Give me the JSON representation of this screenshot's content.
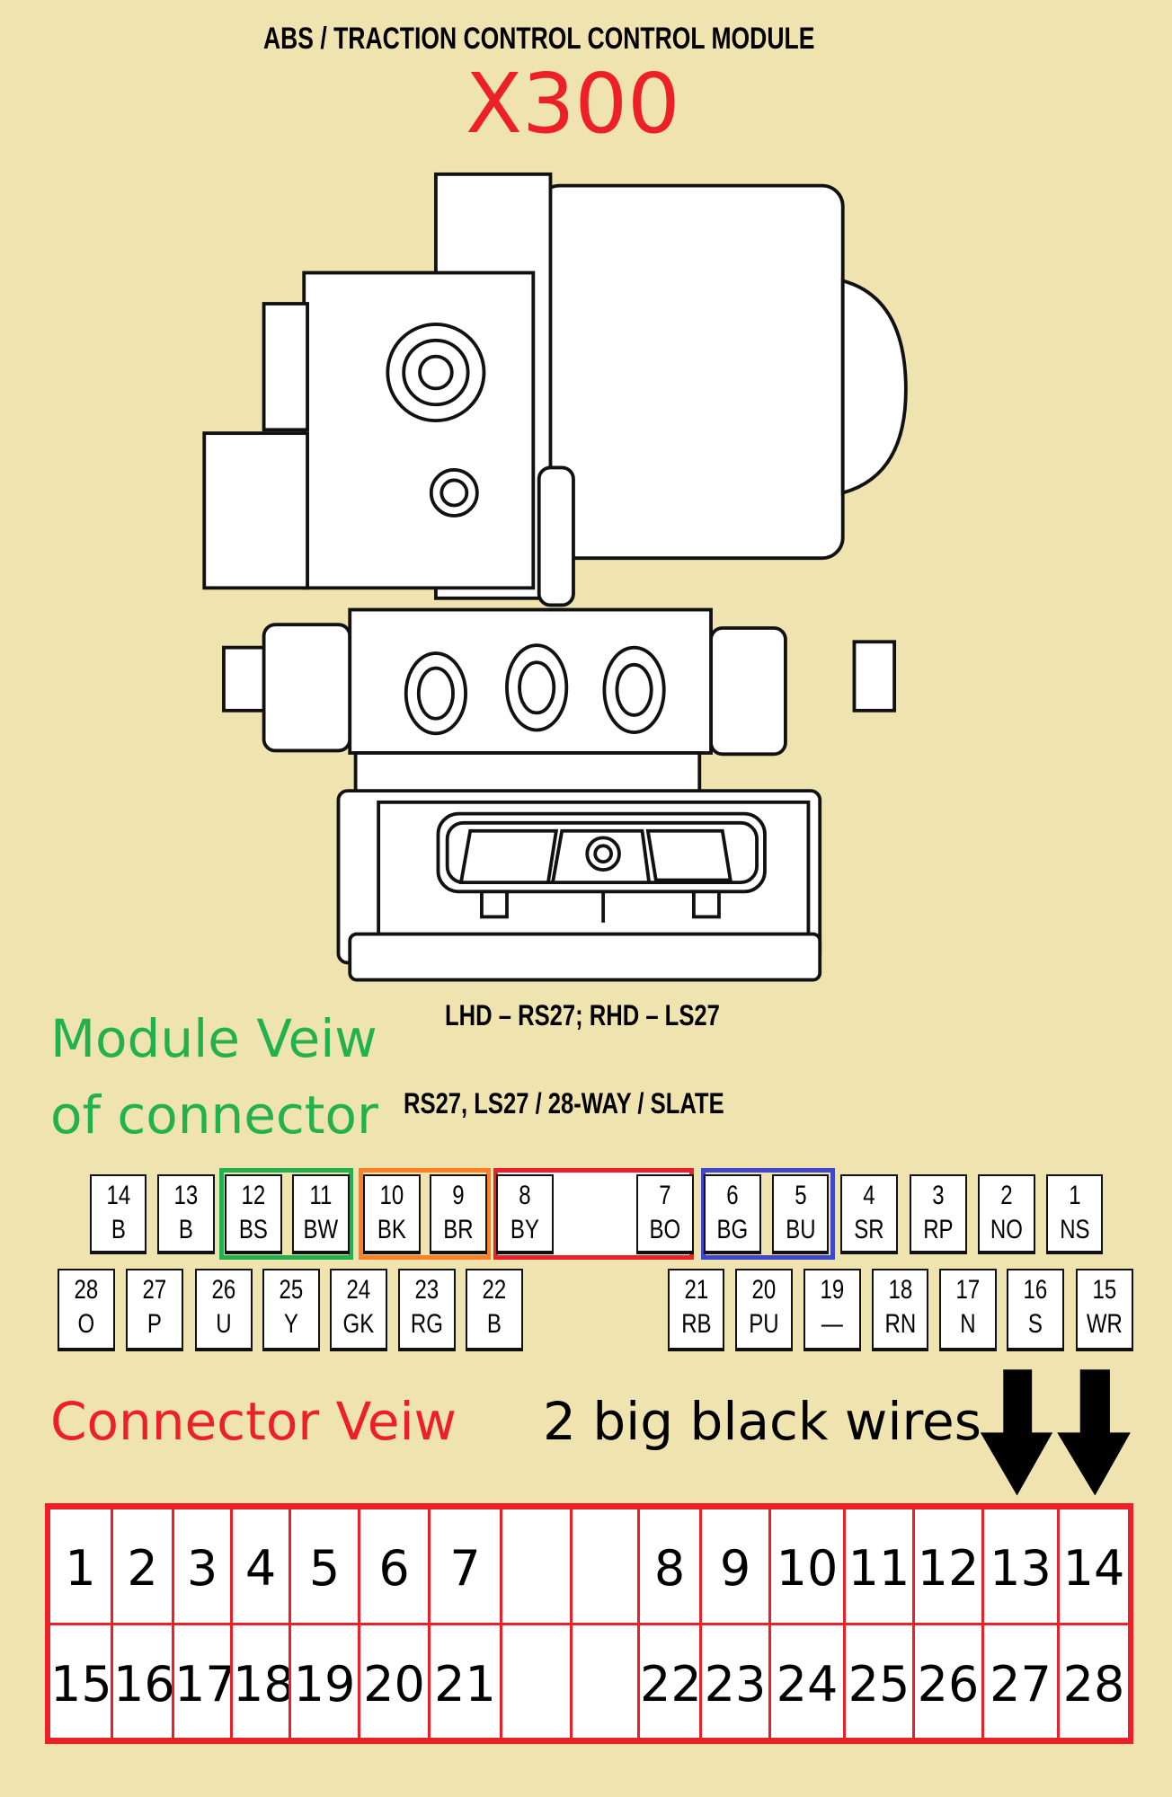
{
  "header": {
    "title": "ABS / TRACTION CONTROL CONTROL MODULE",
    "model": "X300"
  },
  "module_caption": "LHD – RS27; RHD – LS27",
  "module_view_label": [
    "Module Veiw",
    "of connector"
  ],
  "connector_caption": "RS27, LS27 / 28-WAY / SLATE",
  "connector_view_label": "Connector Veiw",
  "wires_note": "2 big black wires",
  "colors": {
    "background": "#efe3b0",
    "red": "#ee2027",
    "green": "#22b14c",
    "orange": "#ff7f27",
    "blue": "#3f48cc"
  },
  "module_pins_top": [
    {
      "pin": "14",
      "wire": "B"
    },
    {
      "pin": "13",
      "wire": "B"
    },
    {
      "pin": "12",
      "wire": "BS"
    },
    {
      "pin": "11",
      "wire": "BW"
    },
    {
      "pin": "10",
      "wire": "BK"
    },
    {
      "pin": "9",
      "wire": "BR"
    },
    {
      "pin": "8",
      "wire": "BY"
    },
    {
      "pin": "7",
      "wire": "BO"
    },
    {
      "pin": "6",
      "wire": "BG"
    },
    {
      "pin": "5",
      "wire": "BU"
    },
    {
      "pin": "4",
      "wire": "SR"
    },
    {
      "pin": "3",
      "wire": "RP"
    },
    {
      "pin": "2",
      "wire": "NO"
    },
    {
      "pin": "1",
      "wire": "NS"
    }
  ],
  "module_pins_bottom": [
    {
      "pin": "28",
      "wire": "O"
    },
    {
      "pin": "27",
      "wire": "P"
    },
    {
      "pin": "26",
      "wire": "U"
    },
    {
      "pin": "25",
      "wire": "Y"
    },
    {
      "pin": "24",
      "wire": "GK"
    },
    {
      "pin": "23",
      "wire": "RG"
    },
    {
      "pin": "22",
      "wire": "B"
    },
    {
      "pin": "21",
      "wire": "RB"
    },
    {
      "pin": "20",
      "wire": "PU"
    },
    {
      "pin": "19",
      "wire": "—"
    },
    {
      "pin": "18",
      "wire": "RN"
    },
    {
      "pin": "17",
      "wire": "N"
    },
    {
      "pin": "16",
      "wire": "S"
    },
    {
      "pin": "15",
      "wire": "WR"
    }
  ],
  "connector_top_row": [
    "1",
    "2",
    "3",
    "4",
    "5",
    "6",
    "7",
    "",
    "",
    "8",
    "9",
    "10",
    "11",
    "12",
    "13",
    "14"
  ],
  "connector_bottom_row": [
    "15",
    "16",
    "17",
    "18",
    "19",
    "20",
    "21",
    "",
    "",
    "22",
    "23",
    "24",
    "25",
    "26",
    "27",
    "28"
  ],
  "icons": {
    "arrows": "arrow-down-icon"
  }
}
